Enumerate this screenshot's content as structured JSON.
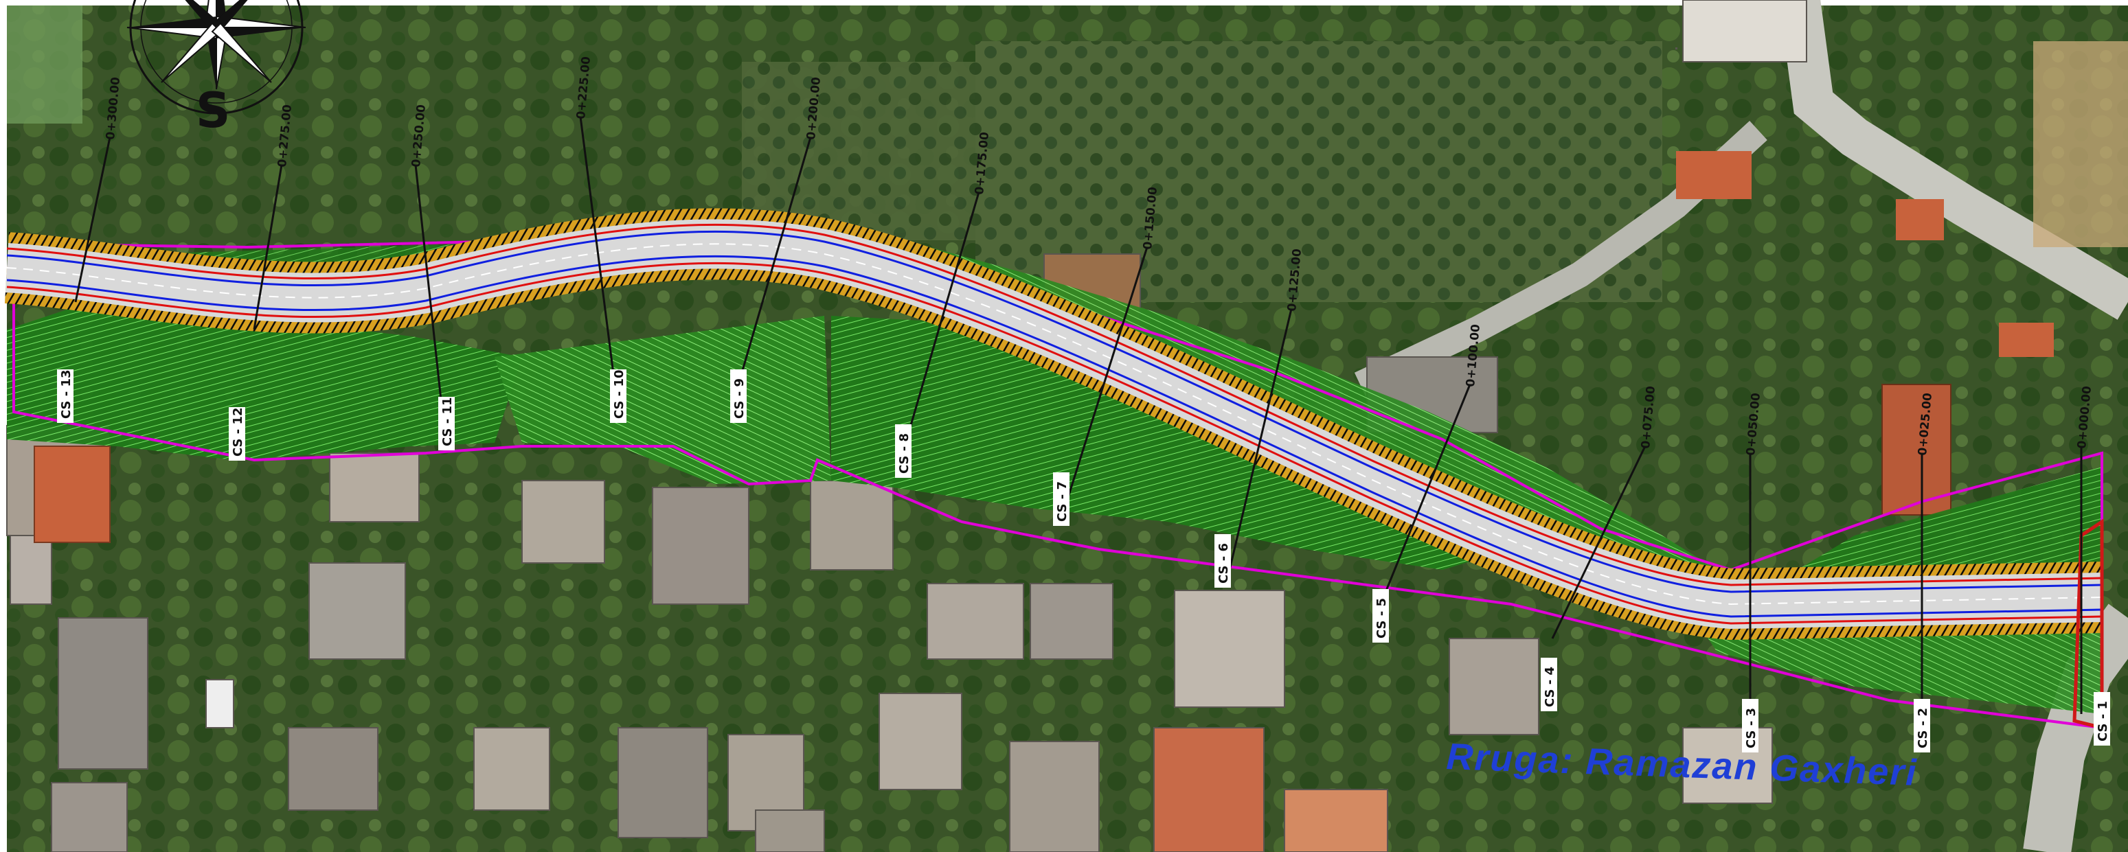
{
  "street": {
    "label": "Rruga: Ramazan Gaxheri",
    "color": "#1f3fd6"
  },
  "compass": {
    "letter": "S"
  },
  "chainages": [
    "0+300.00",
    "0+275.00",
    "0+250.00",
    "0+225.00",
    "0+200.00",
    "0+175.00",
    "0+150.00",
    "0+125.00",
    "0+100.00",
    "0+075.00",
    "0+050.00",
    "0+025.00",
    "0+000.00"
  ],
  "cross_sections": [
    "CS - 13",
    "CS - 12",
    "CS - 11",
    "CS - 10",
    "CS - 9",
    "CS - 8",
    "CS - 7",
    "CS - 6",
    "CS - 5",
    "CS - 4",
    "CS - 3",
    "CS - 2",
    "CS - 1"
  ],
  "colors": {
    "boundary": "#e000d8",
    "road_surface": "#d9d9d9",
    "hatching": "#0b0b0b",
    "red_line": "#e01010",
    "blue_line": "#1020e0",
    "slope_green": "#22dd22",
    "cut_red": "#d01818"
  }
}
